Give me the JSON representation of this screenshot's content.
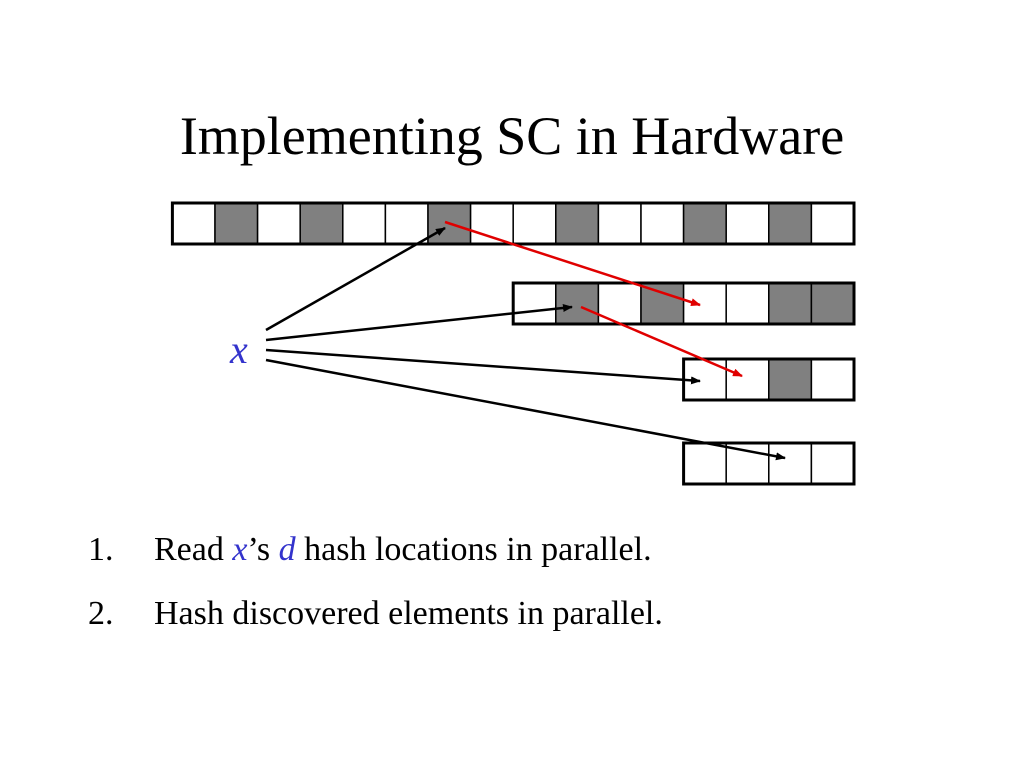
{
  "slide": {
    "title": "Implementing SC in Hardware"
  },
  "diagram": {
    "variable_label": "x",
    "arrays": [
      {
        "cells": [
          0,
          1,
          0,
          1,
          0,
          0,
          1,
          0,
          0,
          1,
          0,
          0,
          1,
          0,
          1,
          0
        ]
      },
      {
        "cells": [
          0,
          1,
          0,
          1,
          0,
          0,
          1,
          1
        ]
      },
      {
        "cells": [
          0,
          0,
          1,
          0
        ]
      },
      {
        "cells": [
          0,
          0,
          0,
          0
        ]
      }
    ],
    "colors": {
      "filled_cell": "#808080",
      "empty_cell": "#ffffff",
      "black_arrow": "#000000",
      "red_arrow": "#e00000",
      "variable": "#3333cc"
    }
  },
  "bullets": [
    {
      "number": "1.",
      "pre": "Read ",
      "var1": "x",
      "mid": "’s ",
      "var2": "d",
      "post": " hash locations in parallel."
    },
    {
      "number": "2.",
      "text": "Hash discovered elements in parallel."
    }
  ]
}
